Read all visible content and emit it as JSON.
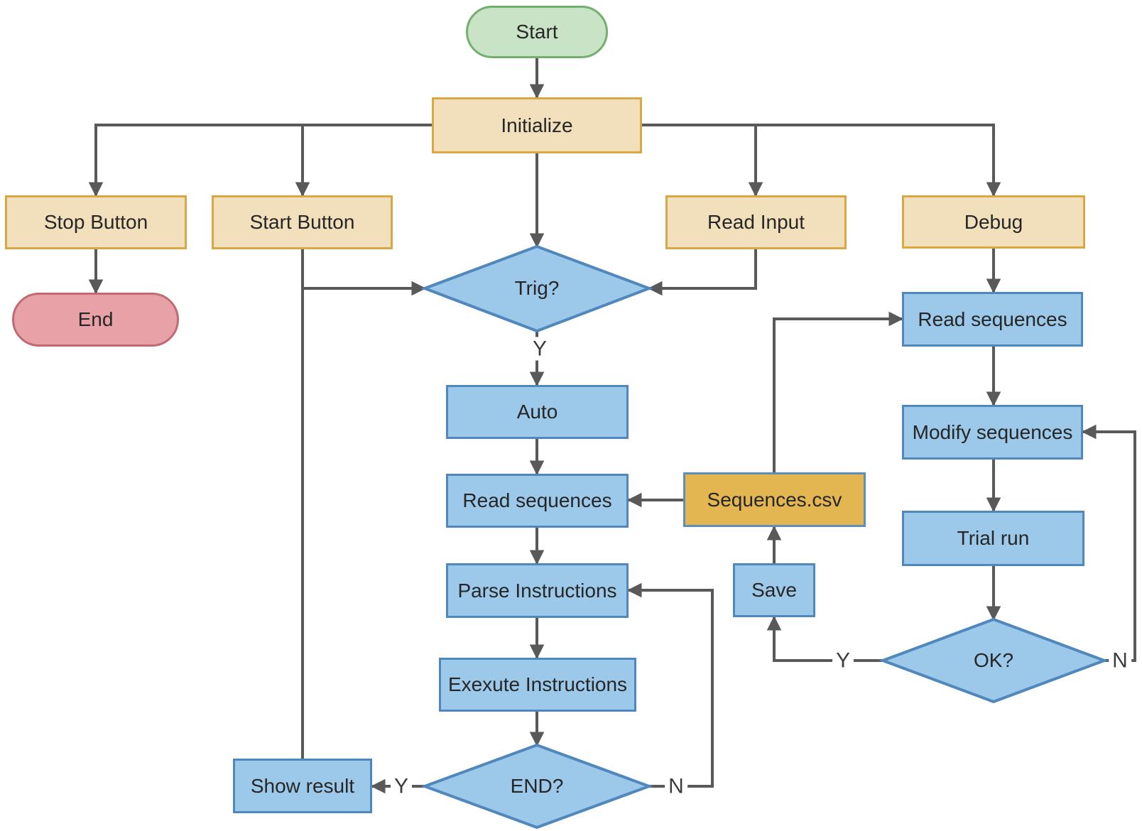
{
  "diagram": {
    "nodes": {
      "start": {
        "label": "Start",
        "type": "terminator"
      },
      "initialize": {
        "label": "Initialize",
        "type": "process"
      },
      "stop_button": {
        "label": "Stop Button",
        "type": "process"
      },
      "start_button": {
        "label": "Start Button",
        "type": "process"
      },
      "read_input": {
        "label": "Read Input",
        "type": "process"
      },
      "debug": {
        "label": "Debug",
        "type": "process"
      },
      "end": {
        "label": "End",
        "type": "terminator"
      },
      "trig": {
        "label": "Trig?",
        "type": "decision"
      },
      "auto": {
        "label": "Auto",
        "type": "step"
      },
      "read_sequences_auto": {
        "label": "Read sequences",
        "type": "step"
      },
      "sequences_csv": {
        "label": "Sequences.csv",
        "type": "data"
      },
      "save": {
        "label": "Save",
        "type": "step"
      },
      "parse_instructions": {
        "label": "Parse Instructions",
        "type": "step"
      },
      "execute_instructions": {
        "label": "Exexute Instructions",
        "type": "step"
      },
      "end_check": {
        "label": "END?",
        "type": "decision"
      },
      "show_result": {
        "label": "Show result",
        "type": "step"
      },
      "read_sequences_debug": {
        "label": "Read sequences",
        "type": "step"
      },
      "modify_sequences": {
        "label": "Modify sequences",
        "type": "step"
      },
      "trial_run": {
        "label": "Trial run",
        "type": "step"
      },
      "ok_check": {
        "label": "OK?",
        "type": "decision"
      }
    },
    "edge_labels": {
      "yes": "Y",
      "no": "N"
    },
    "colors": {
      "process_fill": "#F2DFBB",
      "process_border": "#D9A845",
      "step_fill": "#9CC8E9",
      "step_border": "#5087BD",
      "data_fill": "#E3B652",
      "data_border": "#5E8FBC",
      "start_fill": "#C9E3C6",
      "start_border": "#74AF70",
      "end_fill": "#E7A1A7",
      "end_border": "#C06B73",
      "arrow": "#595959",
      "text": "#262626"
    }
  }
}
